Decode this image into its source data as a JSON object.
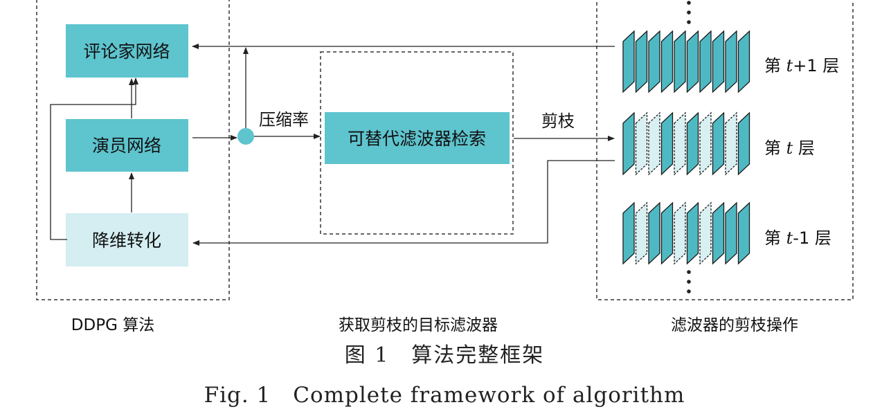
{
  "colors": {
    "box_teal": "#5ec4ce",
    "box_light": "#d4eef2",
    "filter_dark": "#4fb9c3",
    "filter_light": "#d9f0f3",
    "line": "#222222"
  },
  "panels": {
    "ddpg": {
      "caption": "DDPG 算法",
      "critic": "评论家网络",
      "actor": "演员网络",
      "reduction": "降维转化"
    },
    "search": {
      "caption": "获取剪枝的目标滤波器",
      "box": "可替代滤波器检索"
    },
    "pruning": {
      "caption": "滤波器的剪枝操作",
      "layer_top": {
        "prefix": "第 ",
        "var": "t",
        "suffix": "+1 层"
      },
      "layer_mid": {
        "prefix": "第 ",
        "var": "t",
        "suffix": " 层"
      },
      "layer_bottom": {
        "prefix": "第 ",
        "var": "t",
        "suffix": "-1 层"
      },
      "top_pattern": [
        1,
        1,
        1,
        1,
        1,
        1,
        1,
        1,
        1,
        1
      ],
      "mid_pattern": [
        1,
        0,
        0,
        1,
        0,
        1,
        0,
        1,
        0,
        1
      ],
      "bottom_pattern": [
        1,
        0,
        1,
        1,
        0,
        1,
        0,
        1,
        1,
        1
      ]
    }
  },
  "labels": {
    "compression_rate": "压缩率",
    "prune": "剪枝"
  },
  "figure": {
    "caption_cn": "图 1　算法完整框架",
    "caption_en": "Fig. 1　Complete framework of algorithm"
  }
}
